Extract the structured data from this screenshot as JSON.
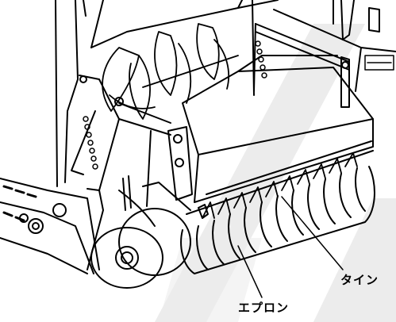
{
  "illustration": {
    "style": "black line drawing",
    "labels": {
      "tine": "タイン",
      "apron": "エプロン"
    },
    "watermark_color": "#ececec",
    "ink_color": "#000000"
  }
}
